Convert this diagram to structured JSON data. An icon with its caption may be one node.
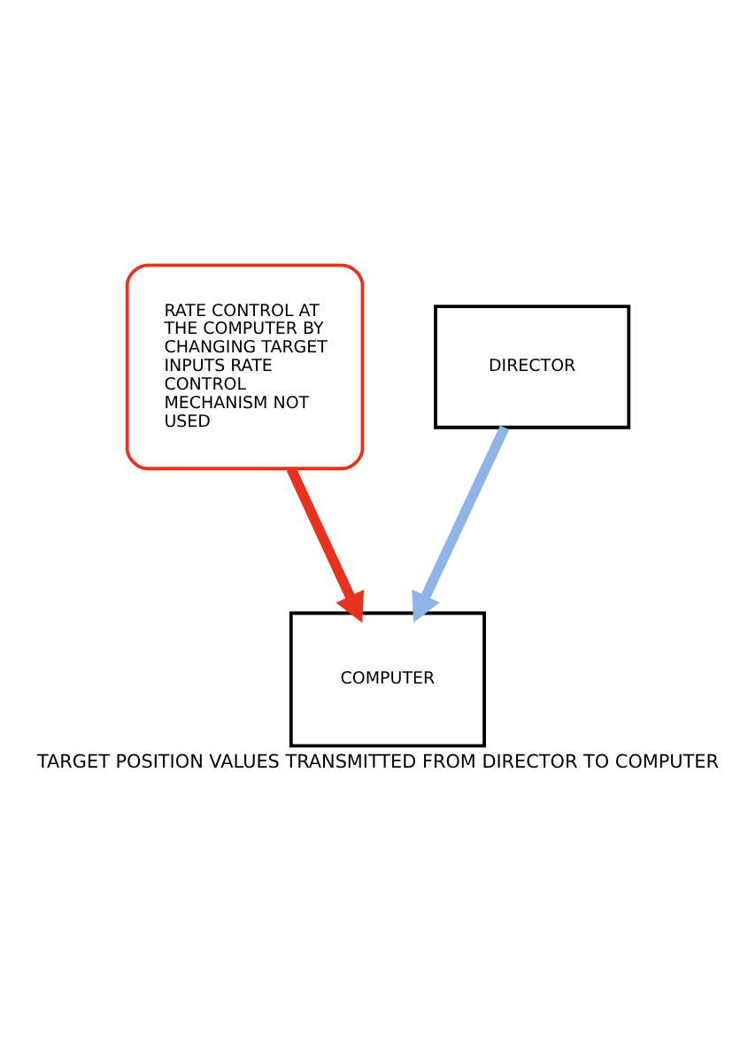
{
  "diagram": {
    "caption": "TARGET POSITION VALUES TRANSMITTED FROM DIRECTOR TO COMPUTER",
    "nodes": [
      {
        "text": [
          "DIRECTOR"
        ]
      },
      {
        "text": [
          "RATE CONTROL AT THE COMPUTER BY CHANGING TARGET INPUTS RATE CONTROL MECHANISM NOT USED"
        ]
      },
      {
        "text": [
          "COMPUTER"
        ]
      }
    ],
    "edges": [
      {
        "from": 0,
        "to": 2,
        "arrow": "to",
        "color": "#8fb4e8"
      },
      {
        "from": 1,
        "to": 2,
        "arrow": "to",
        "color": "#e8321e"
      }
    ]
  }
}
